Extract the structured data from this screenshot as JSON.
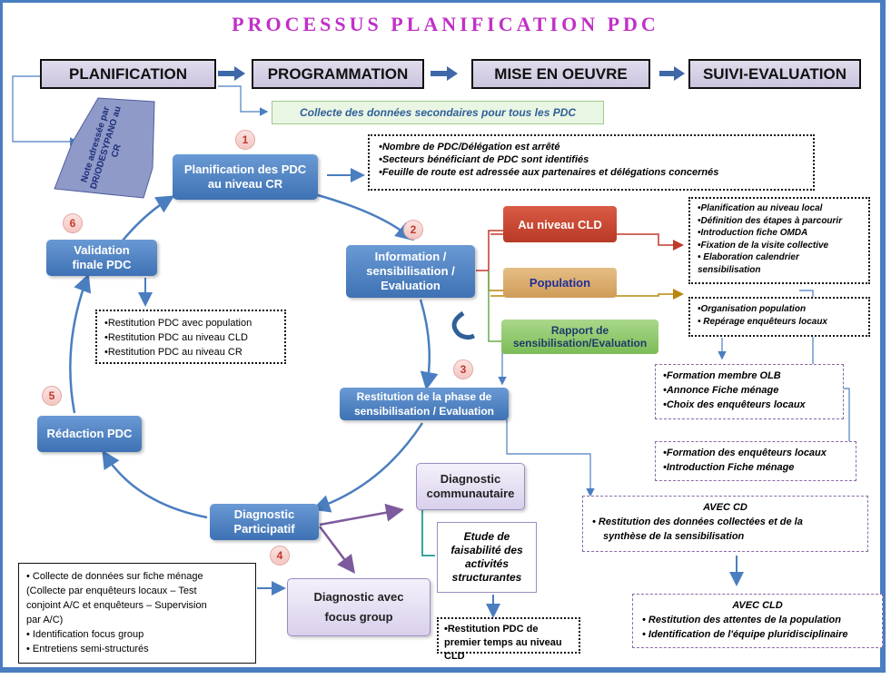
{
  "title": "PROCESSUS PLANIFICATION PDC",
  "phases": [
    "PLANIFICATION",
    "PROGRAMMATION",
    "MISE EN OEUVRE",
    "SUIVI-EVALUATION"
  ],
  "collecte": "Collecte des données secondaires pour tous les PDC",
  "note_lines": [
    "Note adressée par",
    "DR/ODESYPANO au",
    "CR"
  ],
  "steps": {
    "s1": {
      "number": "1",
      "label": "Planification des PDC au niveau CR"
    },
    "s2": {
      "number": "2",
      "label": "Information / sensibilisation / Evaluation"
    },
    "s3": {
      "number": "3",
      "label": "Restitution de la phase de sensibilisation / Evaluation"
    },
    "s4": {
      "number": "4",
      "label": "Diagnostic Participatif"
    },
    "s5": {
      "number": "5",
      "label": "Rédaction PDC"
    },
    "s6": {
      "number": "6",
      "label": "Validation finale PDC"
    }
  },
  "box1_items": [
    "•Nombre de PDC/Délégation est arrêté",
    "•Secteurs  bénéficiant de PDC sont identifiés",
    "•Feuille de route est adressée aux partenaires et délégations concernés"
  ],
  "niveau_cld": "Au niveau CLD",
  "population": "Population",
  "rapport": "Rapport de sensibilisation/Evaluation",
  "cld_items": [
    "•Planification  au niveau local",
    "•Définition des étapes à parcourir",
    "•Introduction  fiche OMDA",
    "•Fixation de la visite collective",
    "•  Elaboration calendrier",
    "sensibilisation"
  ],
  "pop_items": [
    "•Organisation population",
    "• Repérage enquêteurs locaux"
  ],
  "olb_items": [
    "•Formation membre OLB",
    "•Annonce Fiche ménage",
    "•Choix des enquêteurs locaux"
  ],
  "enq_items": [
    "•Formation des enquêteurs locaux",
    "•Introduction Fiche ménage"
  ],
  "avec_cd": {
    "title": "AVEC CD",
    "items": [
      "•  Restitution des données collectées et de la",
      "synthèse de la sensibilisation"
    ]
  },
  "avec_cld": {
    "title": "AVEC CLD",
    "items": [
      "•  Restitution des attentes de la population",
      "•  Identification de l'équipe pluridisciplinaire"
    ]
  },
  "valid_items": [
    "•Restitution PDC avec population",
    "•Restitution PDC au niveau CLD",
    "•Restitution PDC au niveau CR"
  ],
  "diag_com": "Diagnostic communautaire",
  "etude": "Etude de faisabilité des activités structurantes",
  "restit_premier": "•Restitution PDC de premier temps au niveau CLD",
  "diag_focus": "Diagnostic avec focus group",
  "collecte_items": [
    "• Collecte de données sur fiche ménage",
    "(Collecte par enquêteurs locaux – Test",
    "conjoint A/C et enquêteurs – Supervision",
    "par A/C)",
    "• Identification focus group",
    "• Entretiens semi-structurés"
  ],
  "colors": {
    "title": "#c030c8",
    "blue_box": "#4a7fc1",
    "red": "#c0392b",
    "gold": "#b8860b",
    "green": "#6aa84f",
    "arrow": "#4a7ec0"
  }
}
